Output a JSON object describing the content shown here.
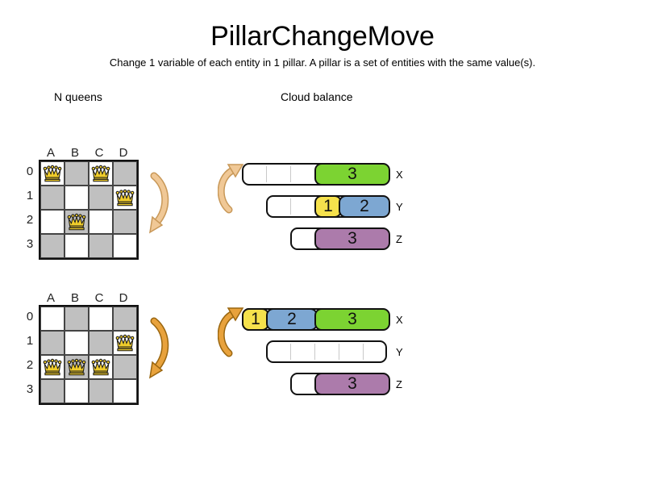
{
  "title": "PillarChangeMove",
  "subtitle": "Change 1 variable of each entity in 1 pillar. A pillar is a set of entities with the same value(s).",
  "nqueens": {
    "label": "N queens",
    "columns": [
      "A",
      "B",
      "C",
      "D"
    ],
    "rows": [
      "0",
      "1",
      "2",
      "3"
    ],
    "boards": [
      {
        "name": "board-before",
        "queens": [
          {
            "col": 0,
            "row": 0
          },
          {
            "col": 2,
            "row": 0
          },
          {
            "col": 3,
            "row": 1
          },
          {
            "col": 1,
            "row": 2
          }
        ]
      },
      {
        "name": "board-after",
        "queens": [
          {
            "col": 3,
            "row": 1
          },
          {
            "col": 0,
            "row": 2
          },
          {
            "col": 1,
            "row": 2
          },
          {
            "col": 2,
            "row": 2
          }
        ]
      }
    ]
  },
  "cloud": {
    "label": "Cloud balance",
    "states": [
      {
        "name": "cloud-before",
        "bars": [
          {
            "label": "X",
            "cells": 6,
            "blocks": [
              {
                "value": "3",
                "offset": 3,
                "size": 3,
                "color": "green"
              }
            ]
          },
          {
            "label": "Y",
            "cells": 5,
            "blocks": [
              {
                "value": "1",
                "offset": 2,
                "size": 1,
                "color": "yellow"
              },
              {
                "value": "2",
                "offset": 3,
                "size": 2,
                "color": "blue"
              }
            ]
          },
          {
            "label": "Z",
            "cells": 4,
            "blocks": [
              {
                "value": "3",
                "offset": 1,
                "size": 3,
                "color": "purple"
              }
            ]
          }
        ]
      },
      {
        "name": "cloud-after",
        "bars": [
          {
            "label": "X",
            "cells": 6,
            "blocks": [
              {
                "value": "1",
                "offset": 0,
                "size": 1,
                "color": "yellow"
              },
              {
                "value": "2",
                "offset": 1,
                "size": 2,
                "color": "blue"
              },
              {
                "value": "3",
                "offset": 3,
                "size": 3,
                "color": "green"
              }
            ]
          },
          {
            "label": "Y",
            "cells": 5,
            "blocks": []
          },
          {
            "label": "Z",
            "cells": 4,
            "blocks": [
              {
                "value": "3",
                "offset": 1,
                "size": 3,
                "color": "purple"
              }
            ]
          }
        ]
      }
    ]
  },
  "icons": {
    "queen": "queen-crown-icon",
    "board_move_arrow": "curved-down-arrow-icon",
    "cloud_move_arrow": "curved-up-arrow-icon"
  },
  "colors": {
    "green": "#7CD332",
    "yellow": "#F5E14C",
    "blue": "#7DA7D2",
    "purple": "#AC7BAB",
    "board_gray": "#C0C0C0",
    "arrow_tan": "#F0C896",
    "arrow_tan_border": "#C89858",
    "arrow_orange": "#E8A23C",
    "arrow_orange_border": "#9A660F",
    "crown_gold": "#F2CE2B"
  }
}
